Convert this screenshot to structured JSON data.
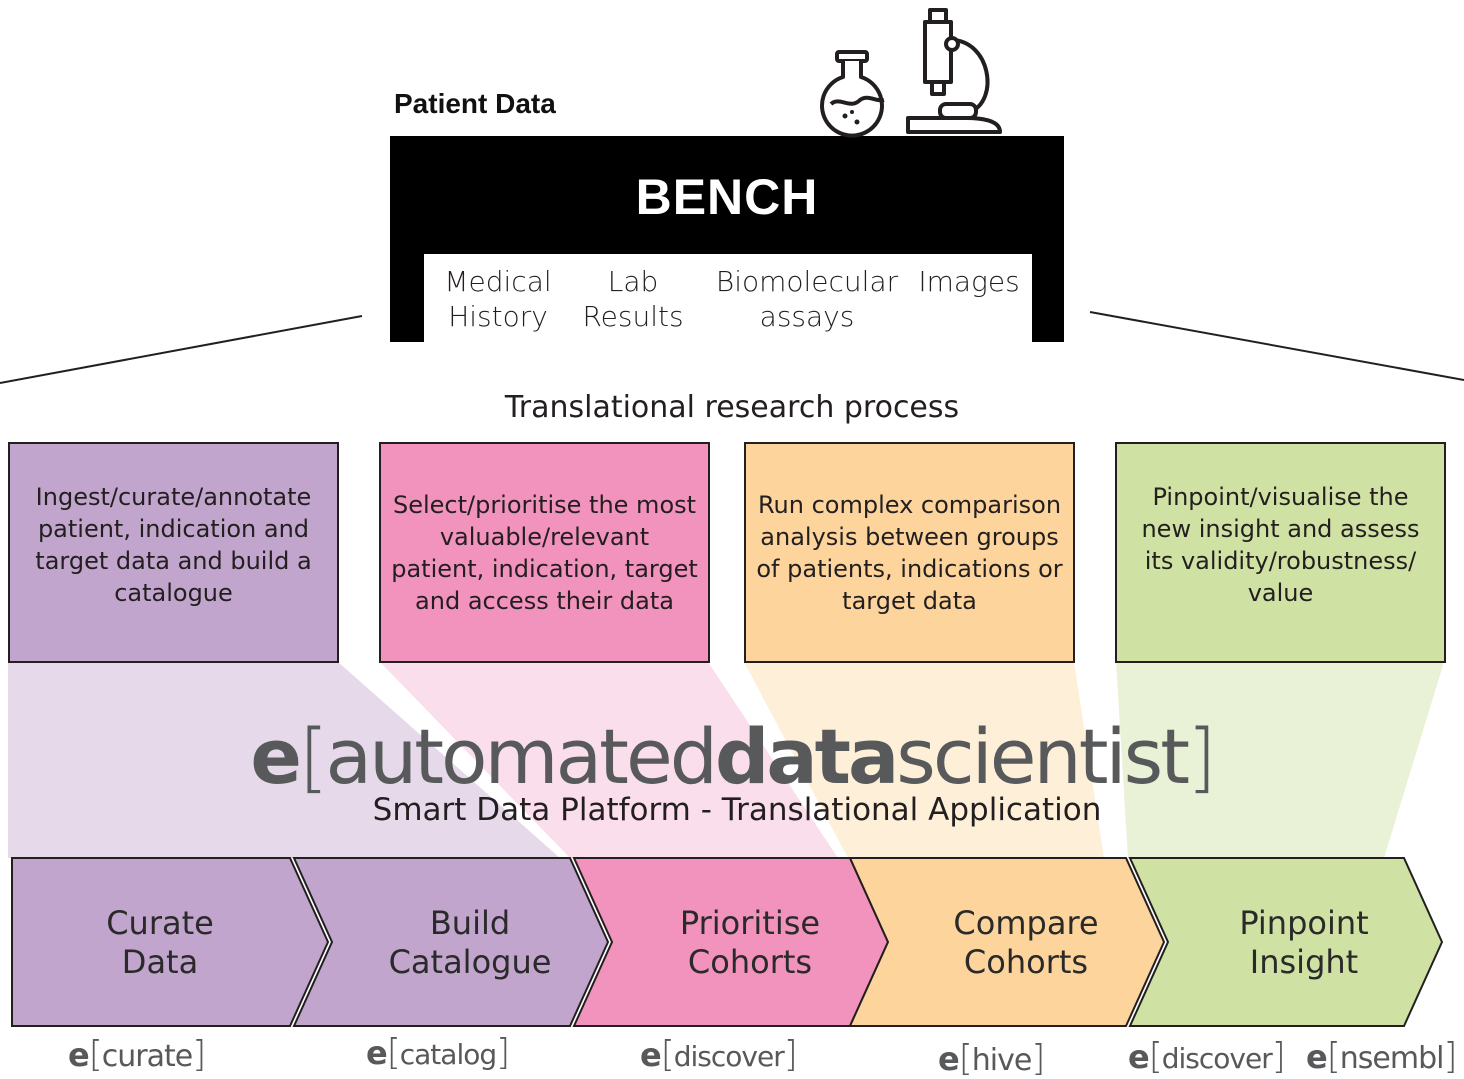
{
  "patient_data_title": "Patient Data",
  "bench": {
    "title": "BENCH",
    "columns": [
      {
        "line1": "Medical",
        "line2": "History"
      },
      {
        "line1": "Lab",
        "line2": "Results"
      },
      {
        "line1": "Biomolecular",
        "line2": "assays"
      },
      {
        "line1": "Images",
        "line2": ""
      }
    ]
  },
  "icons": [
    "flask-icon",
    "microscope-icon"
  ],
  "process_title": "Translational research process",
  "stages": [
    {
      "text": "Ingest/curate/annotate patient, indication and target data and build a catalogue",
      "color": "#c1a5cd"
    },
    {
      "text": "Select/prioritise the most valuable/relevant patient, indication, target and access their data",
      "color": "#f293bd"
    },
    {
      "text": "Run complex comparison analysis between groups of patients, indications or target data",
      "color": "#fcd49c"
    },
    {
      "text": "Pinpoint/visualise the new insight and assess its validity/robustness/ value",
      "color": "#cfe2a3"
    }
  ],
  "brand": {
    "e": "e",
    "open": "[",
    "part1": "automated",
    "part2": "data",
    "part3": "scientist",
    "close": "]",
    "subtitle": "Smart Data Platform - Translational Application"
  },
  "steps": [
    {
      "line1": "Curate",
      "line2": "Data",
      "color": "#c1a5cd"
    },
    {
      "line1": "Build",
      "line2": "Catalogue",
      "color": "#c1a5cd"
    },
    {
      "line1": "Prioritise",
      "line2": "Cohorts",
      "color": "#f293bd"
    },
    {
      "line1": "Compare",
      "line2": "Cohorts",
      "color": "#fcd49c"
    },
    {
      "line1": "Pinpoint",
      "line2": "Insight",
      "color": "#cfe2a3"
    }
  ],
  "tools": [
    {
      "e": "e",
      "open": "[",
      "name": "curate",
      "close": "]"
    },
    {
      "e": "e",
      "open": "[",
      "name": "catalog",
      "close": "]"
    },
    {
      "e": "e",
      "open": "[",
      "name": "discover",
      "close": "]"
    },
    {
      "e": "e",
      "open": "[",
      "name": "hive",
      "close": "]"
    },
    {
      "e": "e",
      "open": "[",
      "name": "discover",
      "close": "]"
    },
    {
      "e": "e",
      "open": "[",
      "name": "nsembl",
      "close": "]"
    }
  ]
}
